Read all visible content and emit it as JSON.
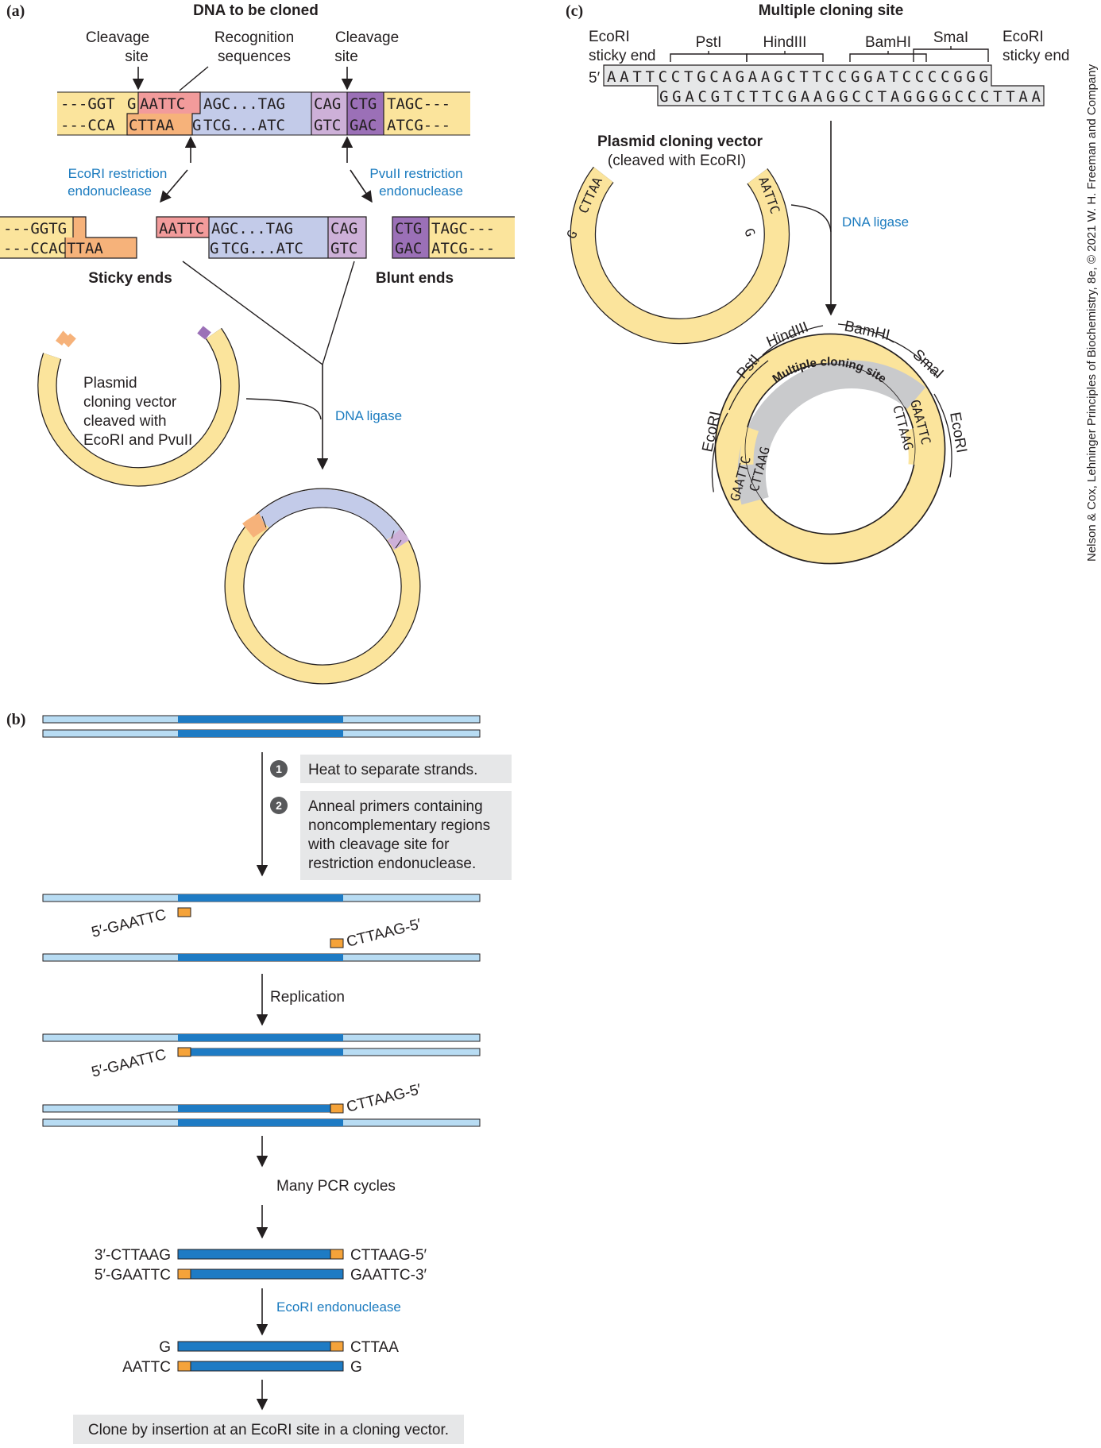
{
  "panel_a": {
    "letter": "(a)",
    "title": "DNA to be cloned",
    "cleavage_left": [
      "Cleavage",
      "site"
    ],
    "recognition": [
      "Recognition",
      "sequences"
    ],
    "cleavage_right": [
      "Cleavage",
      "site"
    ],
    "top_strand": [
      "---GGT",
      "G",
      "AATTC",
      "AGC...TAG",
      "CAG",
      "CTG",
      "TAGC---"
    ],
    "bottom_strand": [
      "---CCA",
      "CTTAA",
      "G",
      "TCG...ATC",
      "GTC",
      "GAC",
      "ATCG---"
    ],
    "ecori_label": [
      "EcoRI restriction",
      "endonuclease"
    ],
    "pvuii_label": [
      "PvuII restriction",
      "endonuclease"
    ],
    "frag_left_top": "---GGTG",
    "frag_left_bottom": "---CCACTTAA",
    "frag_mid_top": [
      "AATTC",
      "AGC...TAG",
      "CAG"
    ],
    "frag_mid_bottom": [
      "G",
      "TCG...ATC",
      "GTC"
    ],
    "frag_right_top": [
      "CTG",
      "TAGC---"
    ],
    "frag_right_bottom": [
      "GAC",
      "ATCG---"
    ],
    "sticky_ends": "Sticky ends",
    "blunt_ends": "Blunt ends",
    "plasmid_label": [
      "Plasmid",
      "cloning vector",
      "cleaved with",
      "EcoRI and PvuII"
    ],
    "ligase": "DNA ligase"
  },
  "panel_b": {
    "letter": "(b)",
    "step1_num": "1",
    "step1": "Heat to separate strands.",
    "step2_num": "2",
    "step2": [
      "Anneal primers containing",
      "noncomplementary regions",
      "with cleavage site for",
      "restriction endonuclease."
    ],
    "primer_left": "5′-GAATTC",
    "primer_right": "CTTAAG-5′",
    "replication": "Replication",
    "primer_left2": "5′-GAATTC",
    "primer_right2": "CTTAAG-5′",
    "pcr_cycles": "Many PCR cycles",
    "prod_tl": "3′-CTTAAG",
    "prod_tr": "CTTAAG-5′",
    "prod_bl": "5′-GAATTC",
    "prod_br": "GAATTC-3′",
    "ecori_endo": "EcoRI endonuclease",
    "cut_tl": "G",
    "cut_tr": "CTTAA",
    "cut_bl": "AATTC",
    "cut_br": "G",
    "final": "Clone by insertion at an EcoRI site in a cloning vector."
  },
  "panel_c": {
    "letter": "(c)",
    "title": "Multiple cloning site",
    "ecori_left": [
      "EcoRI",
      "sticky end"
    ],
    "ecori_right": [
      "EcoRI",
      "sticky end"
    ],
    "pst": "PstI",
    "hind": "HindIII",
    "bam": "BamHI",
    "sma": "SmaI",
    "five_prime": "5′",
    "top_seq": "AATTCCTGCAGAAGCTTCCGGATCCCCGGG",
    "bottom_seq": "GGACGTCTTCGAAGGCCTAGGGGCCCTTAA",
    "vector_title": "Plasmid cloning vector",
    "vector_sub": "(cleaved with EcoRI)",
    "ligase": "DNA ligase",
    "mcs_arc": "Multiple cloning site",
    "ring_ecori_l": "EcoRI",
    "ring_pst": "PstI",
    "ring_hind": "HindIII",
    "ring_bam": "BamHI",
    "ring_sma": "SmaI",
    "ring_ecori_r": "EcoRI"
  },
  "credit": "Nelson & Cox, Lehninger Principles of Biochemistry, 8e, © 2021 W. H. Freeman and Company",
  "colors": {
    "yellow": "#fbe49c",
    "orange": "#f6b27a",
    "pink": "#f29b9b",
    "blue_light": "#c3cbe9",
    "lavender": "#cdb0d8",
    "purple": "#9b70b7",
    "dna_dark": "#1e7bc4",
    "dna_light": "#b8dcf3",
    "primer": "#f5a33a",
    "gray_box": "#e6e7e8",
    "label_blue": "#1b7bbf"
  }
}
